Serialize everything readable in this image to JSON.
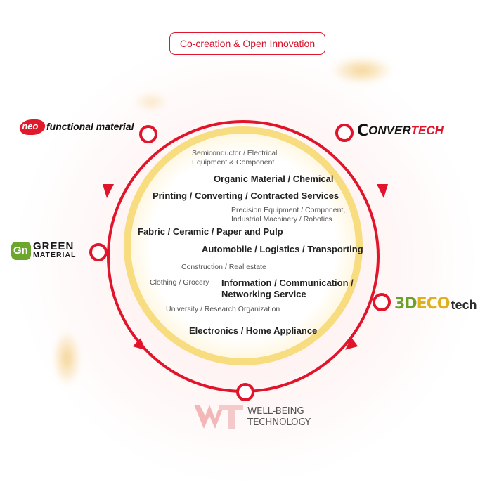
{
  "title": "Co-creation & Open Innovation",
  "colors": {
    "ring": "#e0142a",
    "inner_ring": "#f7dc80",
    "accent": "#e0142a"
  },
  "partners": {
    "neo": {
      "badge": "neo",
      "text": "functional material"
    },
    "convertech": {
      "c1": "C",
      "c2": "ONVER",
      "c3": "TECH"
    },
    "green_material": {
      "icon": "Gn",
      "line1": "GREEN",
      "line2": "MATERIAL"
    },
    "deco": {
      "d1": "3D",
      "d2": "ECO",
      "d3": "tech"
    },
    "wellbeing": {
      "line1": "WELL-BEING",
      "line2": "TECHNOLOGY"
    }
  },
  "industries": {
    "semiconductor_1": "Semiconductor / Electrical",
    "semiconductor_2": "Equipment & Component",
    "organic": "Organic Material / Chemical",
    "printing": "Printing / Converting / Contracted Services",
    "precision_1": "Precision Equipment / Component,",
    "precision_2": "Industrial Machinery / Robotics",
    "fabric": "Fabric / Ceramic / Paper and Pulp",
    "automobile": "Automobile / Logistics / Transporting",
    "construction": "Construction / Real estate",
    "clothing": "Clothing / Grocery",
    "information_1": "Information / Communication /",
    "information_2": "Networking Service",
    "university": "University / Research Organization",
    "electronics": "Electronics / Home Appliance"
  }
}
